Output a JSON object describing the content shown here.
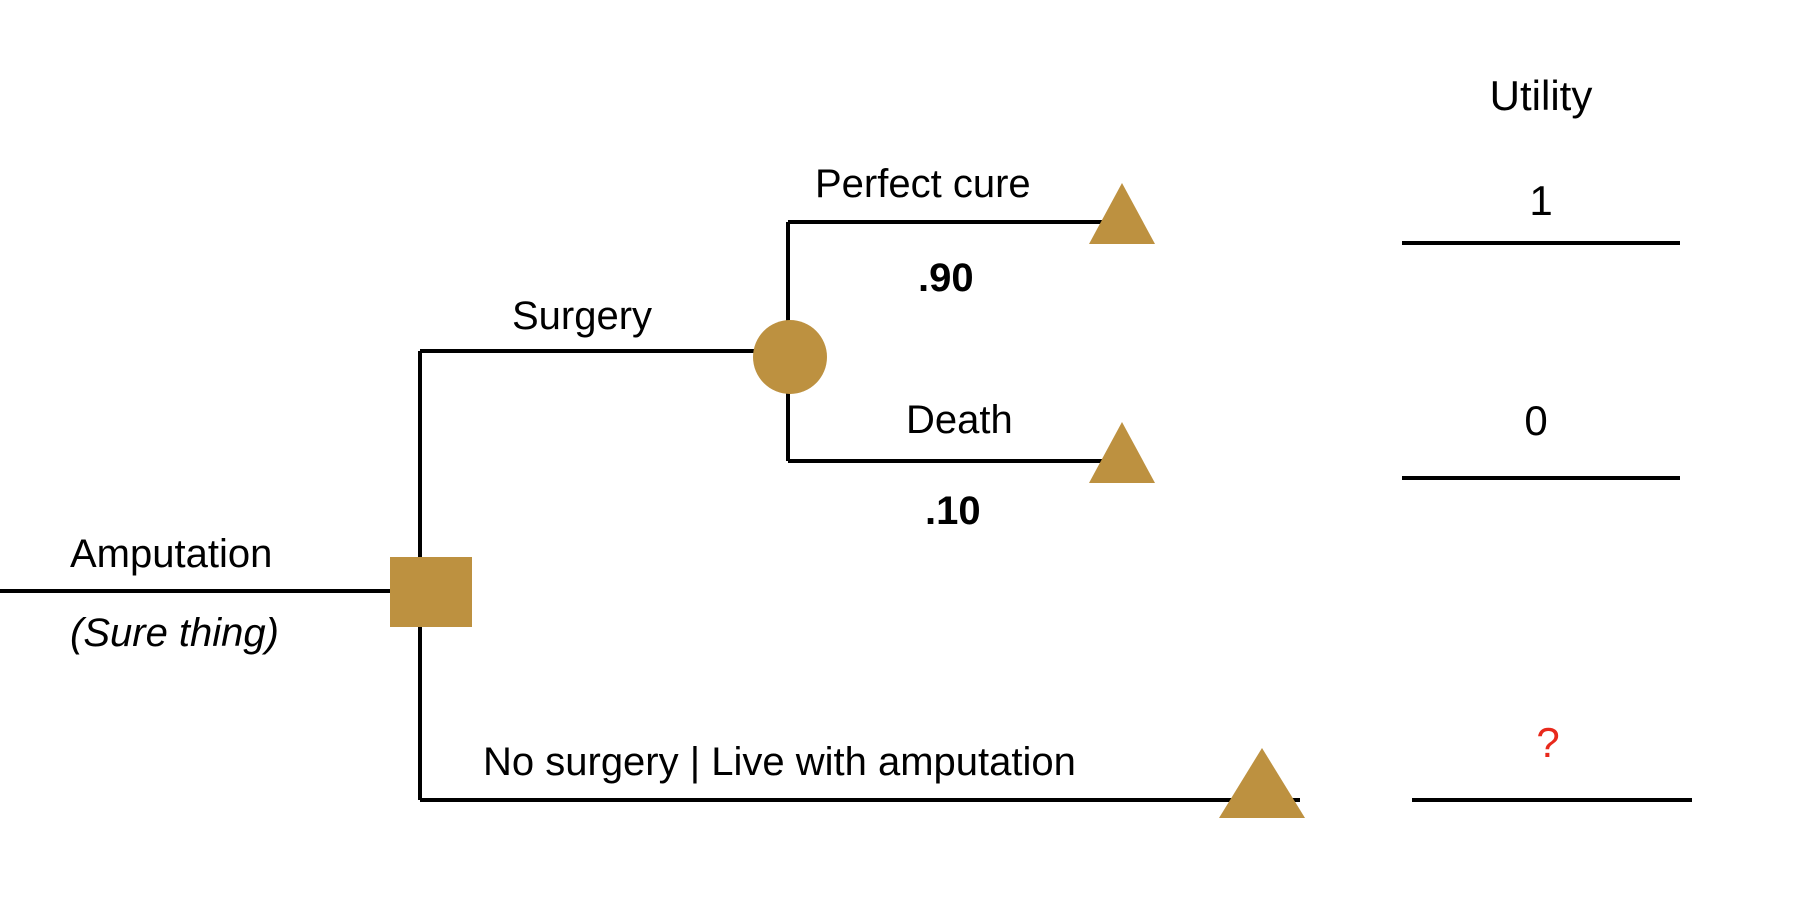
{
  "diagram": {
    "type": "decision-tree",
    "title_column": "Utility",
    "colors": {
      "node_fill": "#BD9140",
      "line": "#000000",
      "text": "#000000",
      "unknown_marker": "#E8291C"
    },
    "root_branch": {
      "label": "Amputation",
      "sublabel": "(Sure thing)"
    },
    "decision_node": {
      "shape": "square",
      "name": "decision-node"
    },
    "branches": [
      {
        "id": "surgery",
        "label": "Surgery",
        "node": {
          "shape": "circle",
          "name": "chance-node"
        },
        "outcomes": [
          {
            "id": "perfect-cure",
            "label": "Perfect cure",
            "probability": ".90",
            "utility": "1"
          },
          {
            "id": "death",
            "label": "Death",
            "probability": ".10",
            "utility": "0"
          }
        ]
      },
      {
        "id": "no-surgery",
        "label": "No surgery | Live with amputation",
        "probability": "",
        "utility": "?"
      }
    ]
  }
}
